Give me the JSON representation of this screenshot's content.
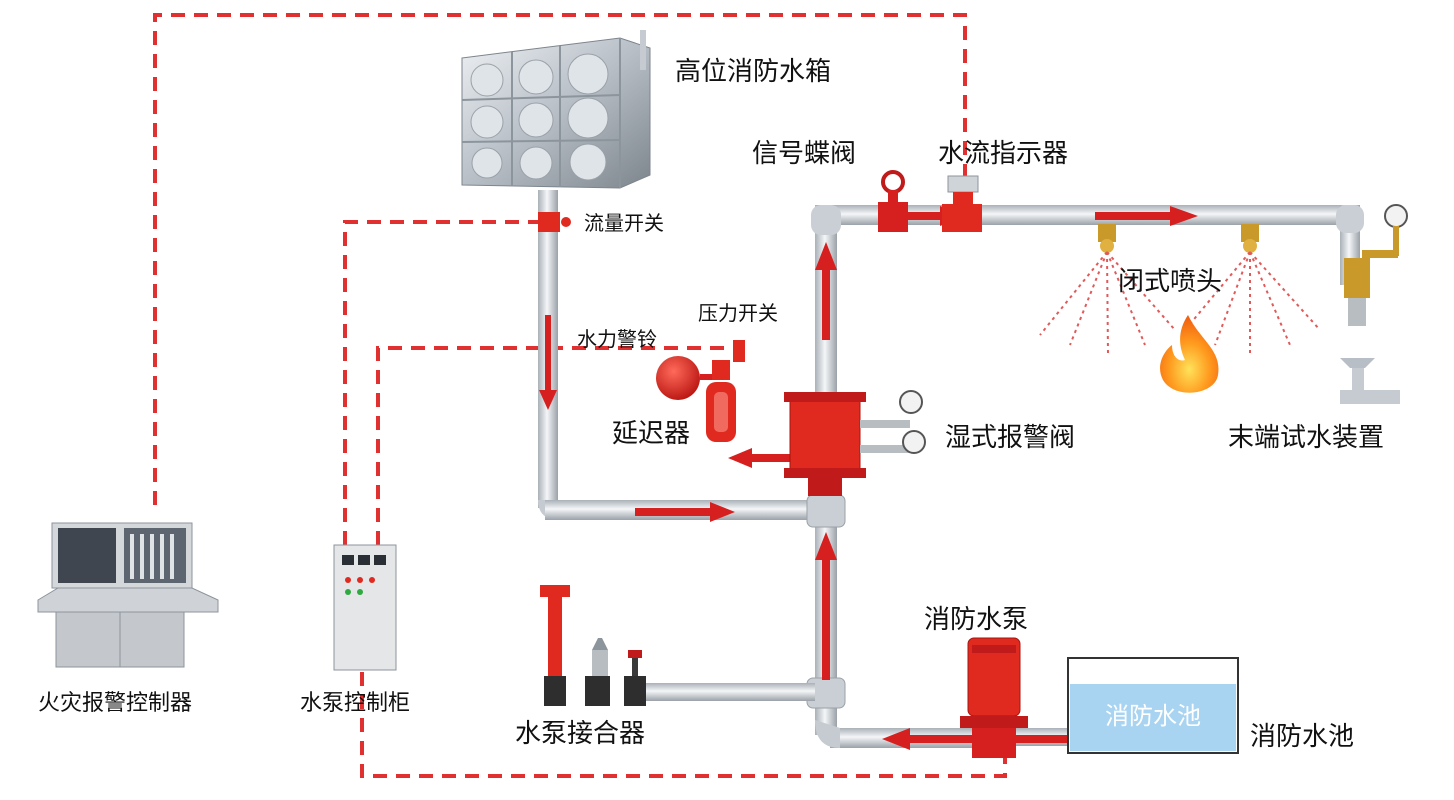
{
  "labels": {
    "tank": "高位消防水箱",
    "flow_switch": "流量开关",
    "signal_valve": "信号蝶阀",
    "flow_indicator": "水流指示器",
    "pressure_switch": "压力开关",
    "water_bell": "水力警铃",
    "retard_chamber": "延迟器",
    "alarm_valve": "湿式报警阀",
    "sprinkler": "闭式喷头",
    "test_device": "末端试水装置",
    "fire_controller": "火灾报警控制器",
    "pump_cabinet": "水泵控制柜",
    "pump_connector": "水泵接合器",
    "fire_pump": "消防水泵",
    "pool_inner": "消防水池",
    "pool": "消防水池"
  },
  "colors": {
    "signal_line": "#e03030",
    "pipe": "#d9dde2",
    "pipe_edge": "#9aa1a8",
    "flow_arrow": "#d62020",
    "equipment_red": "#e02a20",
    "pool_water": "#a8d4f2"
  }
}
